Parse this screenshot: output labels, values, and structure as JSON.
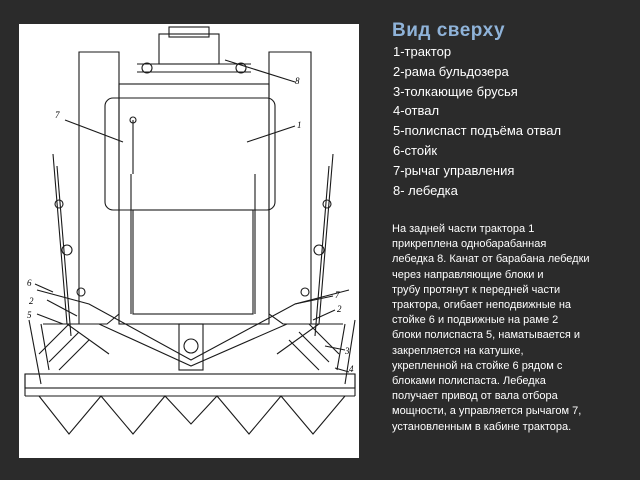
{
  "slide": {
    "title": "Вид сверху",
    "legend": [
      "1-трактор",
      "2-рама бульдозера",
      "3-толкающие брусья",
      "4-отвал",
      "5-полиспаст подъёма отвал",
      "6-стойк",
      "7-рычаг управления",
      "8- лебедка"
    ],
    "description": " На задней части трактора 1\nприкреплена однобарабанная\nлебедка 8. Канат от барабана лебедки\nчерез направляющие блоки    и\nтрубу    протянут к передней части\nтрактора, огибает неподвижные на\nстойке 6 и подвижные на раме 2\nблоки полиспаста 5, наматывается и\nзакрепляется на катушке,\nукрепленной на стойке 6 рядом с\nблоками полиспаста. Лебедка\nполучает привод от вала отбора\nмощности, а управляется рычагом 7,\nустановленным в кабине трактора."
  },
  "drawing": {
    "callouts": {
      "winch": "8",
      "lever_left": "7",
      "tractor": "1",
      "post": "6",
      "frame_left": "2",
      "pulley": "5",
      "lever_right": "7",
      "frame_right": "2",
      "push_bar": "3",
      "blade": "4"
    }
  }
}
